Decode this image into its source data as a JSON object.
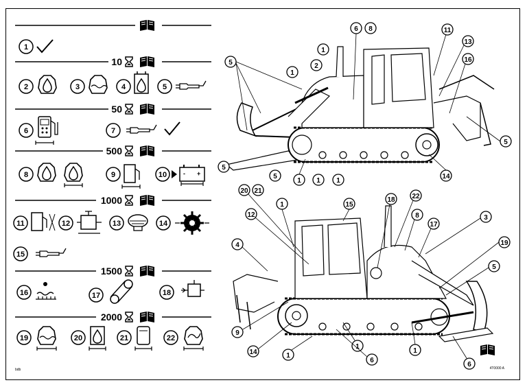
{
  "intervals": [
    {
      "hours": ""
    },
    {
      "hours": "10"
    },
    {
      "hours": "50"
    },
    {
      "hours": "500"
    },
    {
      "hours": "1000"
    },
    {
      "hours": "1500"
    },
    {
      "hours": "2000"
    }
  ],
  "items": {
    "i1": "1",
    "i2": "2",
    "i3": "3",
    "i4": "4",
    "i5": "5",
    "i6": "6",
    "i7": "7",
    "i8": "8",
    "i9": "9",
    "i10": "10",
    "i11": "11",
    "i12": "12",
    "i13": "13",
    "i14": "14",
    "i15": "15",
    "i16": "16",
    "i17": "17",
    "i18": "18",
    "i19": "19",
    "i20": "20",
    "i21": "21",
    "i22": "22"
  },
  "top_callouts": [
    "5",
    "1",
    "2",
    "1",
    "6",
    "8",
    "11",
    "13",
    "16",
    "5",
    "5",
    "5",
    "1",
    "1",
    "1",
    "14"
  ],
  "bottom_callouts": [
    "20",
    "21",
    "1",
    "12",
    "4",
    "15",
    "18",
    "22",
    "8",
    "17",
    "3",
    "19",
    "5",
    "9",
    "14",
    "1",
    "1",
    "6",
    "1",
    "6"
  ],
  "footer": {
    "left_code": "bdb",
    "right_code": "4T0000 A"
  },
  "icons": [
    "check-icon",
    "engine-oil-icon",
    "coolant-icon",
    "fuel-filter-icon",
    "grease-icon",
    "fuel-pump-icon",
    "battery-icon",
    "book-icon",
    "hourglass-icon"
  ]
}
